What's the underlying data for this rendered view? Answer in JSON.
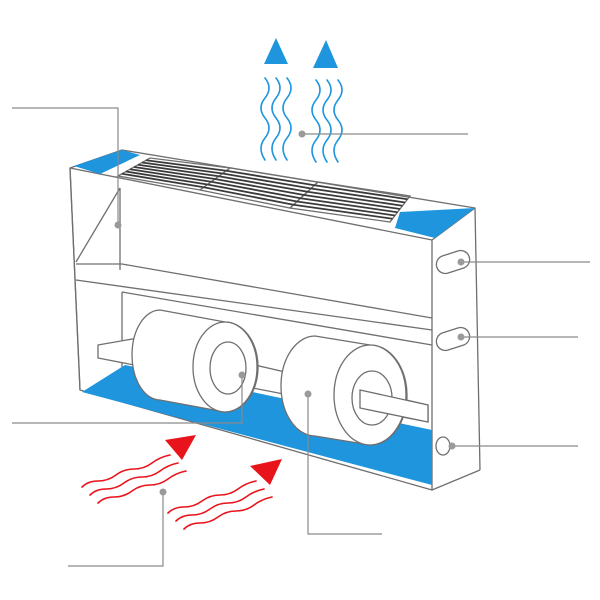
{
  "colors": {
    "outline": "#6f6f6f",
    "panel_blue": "#1e95dd",
    "arrow_blue": "#1e95dd",
    "arrow_red": "#e8141b",
    "callout_line": "#8a8a8a",
    "dot": "#9a9a9a"
  },
  "callouts": [
    {
      "id": "housing",
      "label": ""
    },
    {
      "id": "warm-air-outlet",
      "label": ""
    },
    {
      "id": "upper-pipe-connection",
      "label": ""
    },
    {
      "id": "lower-pipe-connection",
      "label": ""
    },
    {
      "id": "drain",
      "label": ""
    },
    {
      "id": "motor-shaft",
      "label": ""
    },
    {
      "id": "fan-wheel",
      "label": ""
    },
    {
      "id": "cold-air-inlet",
      "label": ""
    }
  ],
  "icons": {
    "outlet_arrows": "up-arrow-icon",
    "inlet_arrows": "diagonal-arrow-icon"
  }
}
